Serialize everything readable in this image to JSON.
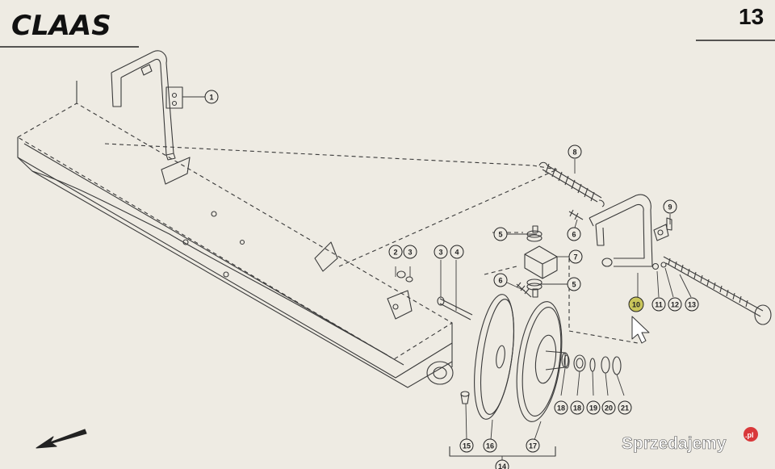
{
  "header": {
    "brand": "CLAAS",
    "page_number": "13"
  },
  "callouts": [
    {
      "id": "c1",
      "label": "1"
    },
    {
      "id": "c2",
      "label": "2"
    },
    {
      "id": "c3a",
      "label": "3"
    },
    {
      "id": "c3b",
      "label": "3"
    },
    {
      "id": "c4",
      "label": "4"
    },
    {
      "id": "c5a",
      "label": "5"
    },
    {
      "id": "c5b",
      "label": "5"
    },
    {
      "id": "c6a",
      "label": "6"
    },
    {
      "id": "c6b",
      "label": "6"
    },
    {
      "id": "c7",
      "label": "7"
    },
    {
      "id": "c8",
      "label": "8"
    },
    {
      "id": "c9",
      "label": "9"
    },
    {
      "id": "c10",
      "label": "10"
    },
    {
      "id": "c11",
      "label": "11"
    },
    {
      "id": "c12",
      "label": "12"
    },
    {
      "id": "c13",
      "label": "13"
    },
    {
      "id": "c14",
      "label": "14"
    },
    {
      "id": "c15",
      "label": "15"
    },
    {
      "id": "c16",
      "label": "16"
    },
    {
      "id": "c17",
      "label": "17"
    },
    {
      "id": "c18a",
      "label": "18"
    },
    {
      "id": "c18b",
      "label": "18"
    },
    {
      "id": "c19",
      "label": "19"
    },
    {
      "id": "c20",
      "label": "20"
    },
    {
      "id": "c21",
      "label": "21"
    }
  ],
  "watermark": {
    "text": "Sprzedajemy",
    "badge": ".pl"
  },
  "colors": {
    "paper": "#eeebe3",
    "line": "#3a3a3a",
    "highlight": "#c9c55a",
    "watermark_badge": "#d9383a"
  }
}
